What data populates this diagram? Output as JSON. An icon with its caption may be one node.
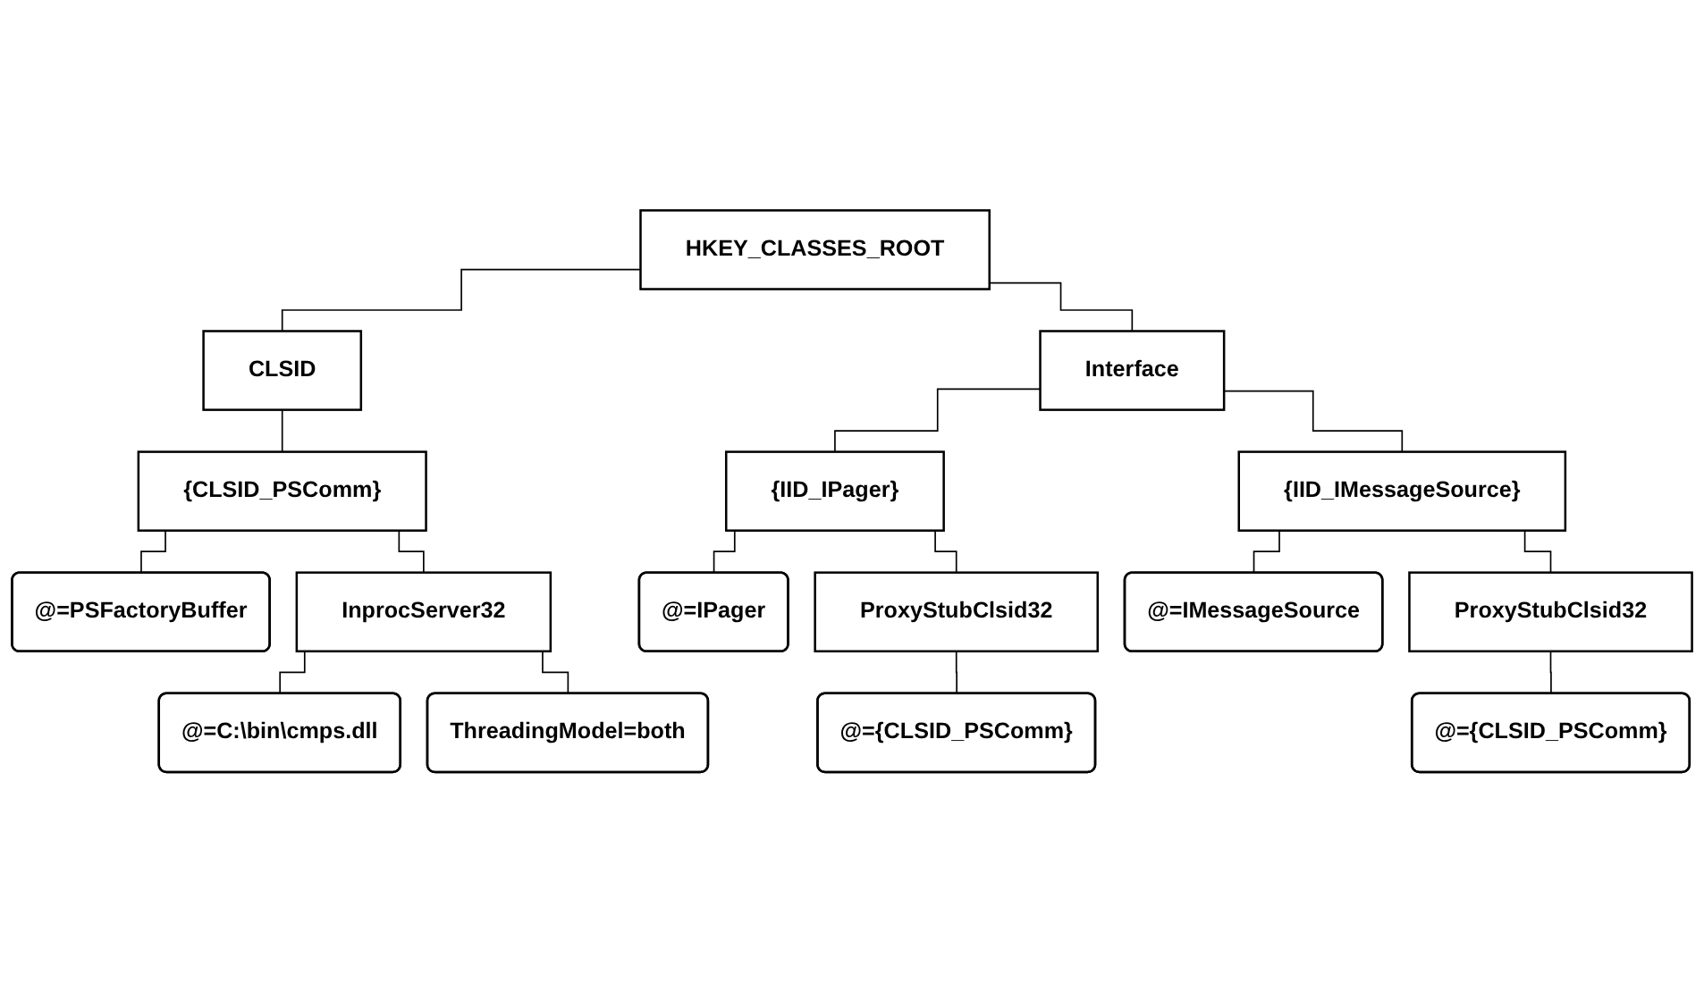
{
  "diagram": {
    "nodes": [
      {
        "text": [
          "HKEY_CLASSES_ROOT"
        ]
      },
      {
        "text": [
          "CLSID"
        ]
      },
      {
        "text": [
          "Interface"
        ]
      },
      {
        "text": [
          "{CLSID_PSComm}"
        ]
      },
      {
        "text": [
          "@=PSFactoryBuffer"
        ]
      },
      {
        "text": [
          "InprocServer32"
        ]
      },
      {
        "text": [
          "@=C:\\bin\\cmps.dll"
        ]
      },
      {
        "text": [
          "ThreadingModel=both"
        ]
      },
      {
        "text": [
          "{IID_IPager}"
        ]
      },
      {
        "text": [
          "@=IPager"
        ]
      },
      {
        "text": [
          "ProxyStubClsid32"
        ]
      },
      {
        "text": [
          "@={CLSID_PSComm}"
        ]
      },
      {
        "text": [
          "{IID_IMessageSource}"
        ]
      },
      {
        "text": [
          "@=IMessageSource"
        ]
      },
      {
        "text": [
          "ProxyStubClsid32"
        ]
      },
      {
        "text": [
          "@={CLSID_PSComm}"
        ]
      }
    ],
    "edges": [
      {
        "from": 0,
        "to": 1,
        "arrow": "none"
      },
      {
        "from": 0,
        "to": 2,
        "arrow": "none"
      },
      {
        "from": 1,
        "to": 3,
        "arrow": "none"
      },
      {
        "from": 3,
        "to": 4,
        "arrow": "none"
      },
      {
        "from": 3,
        "to": 5,
        "arrow": "none"
      },
      {
        "from": 5,
        "to": 6,
        "arrow": "none"
      },
      {
        "from": 5,
        "to": 7,
        "arrow": "none"
      },
      {
        "from": 2,
        "to": 8,
        "arrow": "none"
      },
      {
        "from": 8,
        "to": 9,
        "arrow": "none"
      },
      {
        "from": 8,
        "to": 10,
        "arrow": "none"
      },
      {
        "from": 10,
        "to": 11,
        "arrow": "none"
      },
      {
        "from": 2,
        "to": 12,
        "arrow": "none"
      },
      {
        "from": 12,
        "to": 13,
        "arrow": "none"
      },
      {
        "from": 12,
        "to": 14,
        "arrow": "none"
      },
      {
        "from": 14,
        "to": 15,
        "arrow": "none"
      }
    ]
  }
}
